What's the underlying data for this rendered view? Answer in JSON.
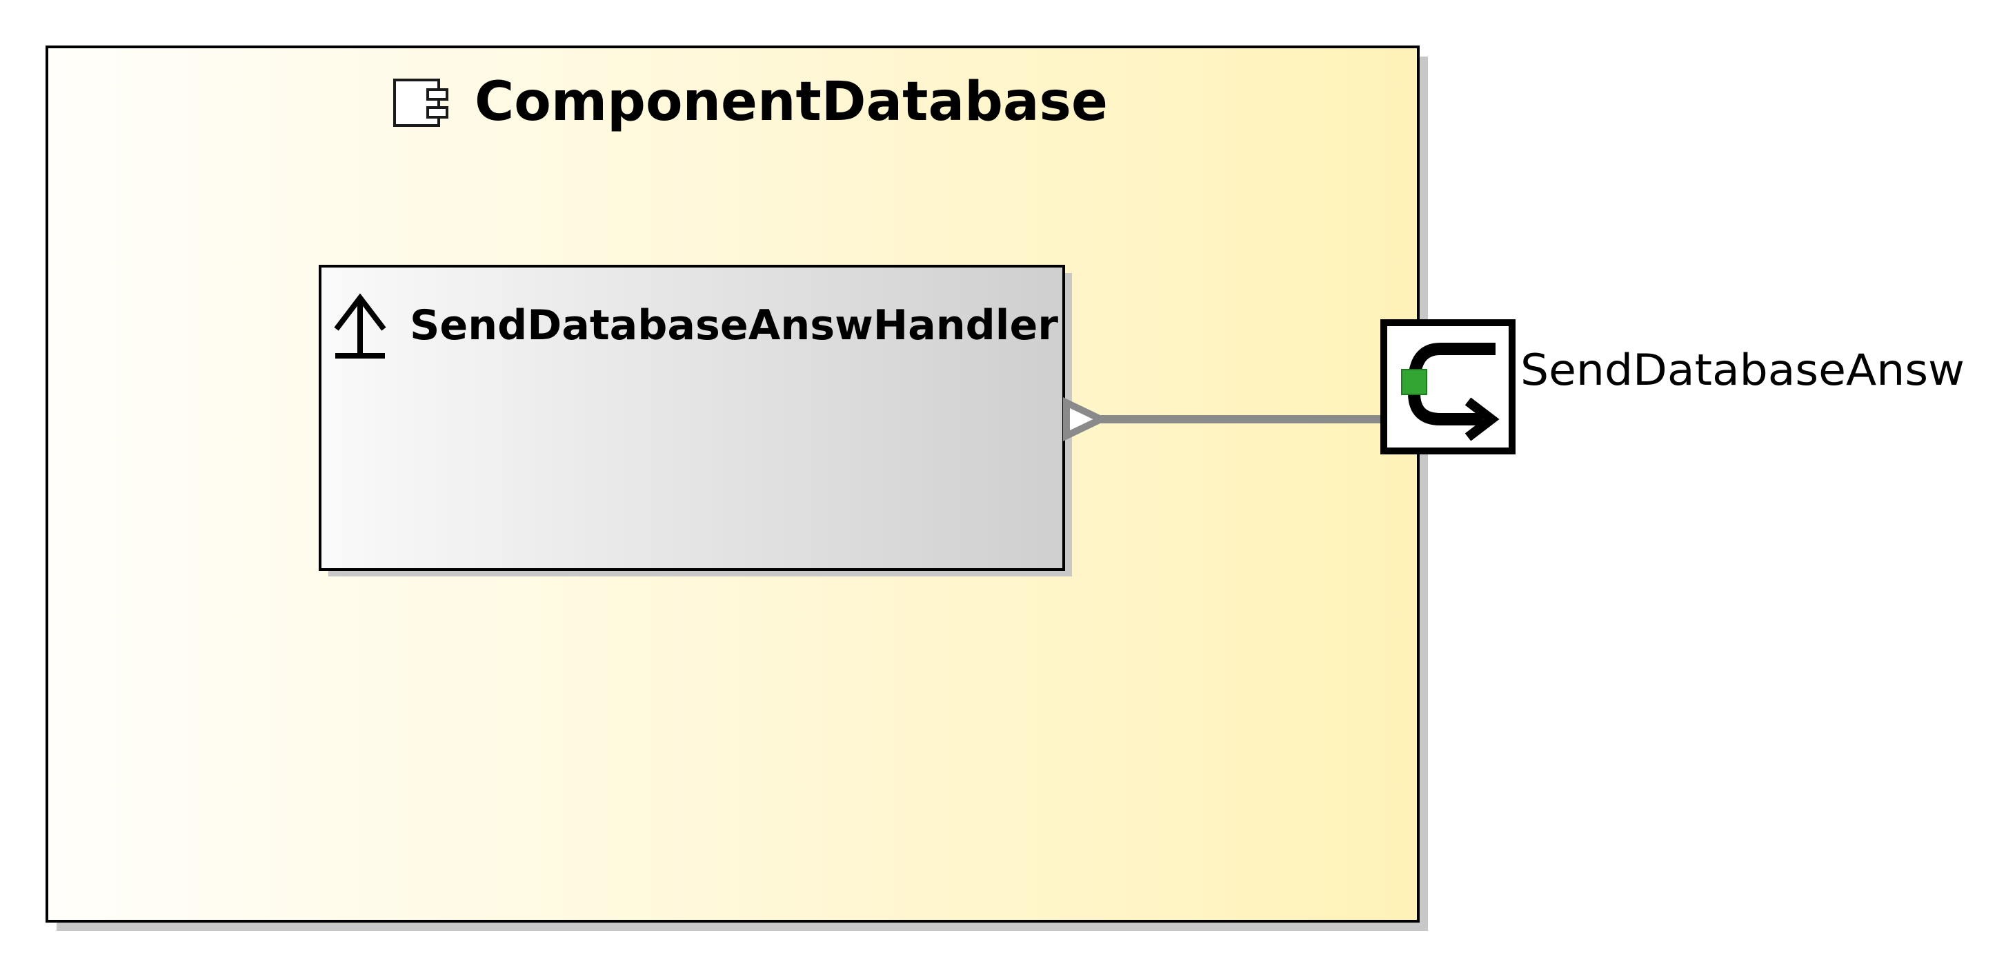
{
  "component": {
    "name": "ComponentDatabase",
    "icon": "component-icon"
  },
  "handler": {
    "name": "SendDatabaseAnswHandler",
    "icon": "up-arrow-icon"
  },
  "port": {
    "name": "SendDatabaseAnsw",
    "icon": "message-port-icon"
  },
  "colors": {
    "component_fill_start": "#fffefa",
    "component_fill_end": "#fff2b8",
    "handler_fill_start": "#fafafa",
    "handler_fill_end": "#cfcfcf",
    "connector": "#8a8a8a",
    "port_inner": "#33a533",
    "outline": "#000000",
    "shadow": "#c8c8c8"
  }
}
